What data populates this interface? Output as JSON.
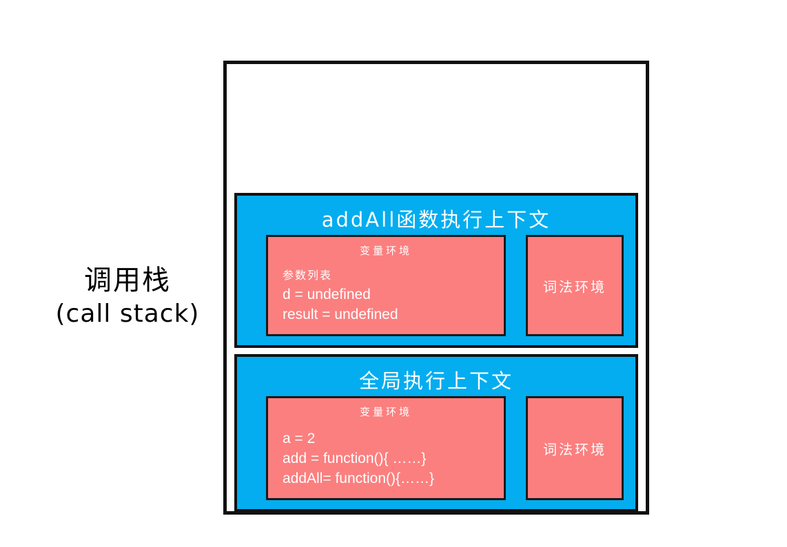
{
  "diagram": {
    "title_cn": "调用栈",
    "title_en": "(call stack)",
    "colors": {
      "frame_blue": "#03ADEF",
      "environment_red": "#FB7F7F",
      "border_black": "#111111",
      "text_white": "#FFFFFF",
      "background": "#FFFFFF"
    }
  },
  "stack": {
    "frames": [
      {
        "id": "addall-execution-context",
        "title": "addAll函数执行上下文",
        "variable_environment": {
          "heading": "变量环境",
          "lines": [
            {
              "text": "参数列表",
              "cjk": true
            },
            {
              "text": "d = undefined",
              "cjk": false
            },
            {
              "text": "result = undefined",
              "cjk": false
            }
          ]
        },
        "lexical_environment": {
          "label": "词法环境"
        }
      },
      {
        "id": "global-execution-context",
        "title": "全局执行上下文",
        "variable_environment": {
          "heading": "变量环境",
          "lines": [
            {
              "text": "a = 2",
              "cjk": false
            },
            {
              "text": "add = function(){ ……}",
              "cjk": false
            },
            {
              "text": "addAll= function(){……}",
              "cjk": false
            }
          ]
        },
        "lexical_environment": {
          "label": "词法环境"
        }
      }
    ]
  }
}
